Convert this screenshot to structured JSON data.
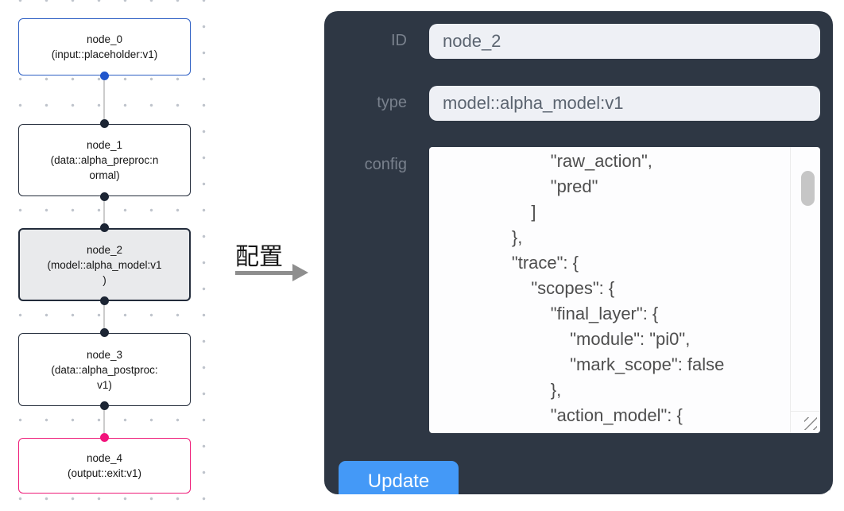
{
  "flowchart": {
    "nodes": [
      {
        "id": "node_0",
        "label": "node_0\n(input::placeholder:v1)",
        "kind": "input",
        "border_color": "#2e5fc4"
      },
      {
        "id": "node_1",
        "label": "node_1\n(data::alpha_preproc:n\normal)",
        "kind": "default",
        "border_color": "#232c3b"
      },
      {
        "id": "node_2",
        "label": "node_2\n(model::alpha_model:v1\n)",
        "kind": "selected",
        "border_color": "#232c3b"
      },
      {
        "id": "node_3",
        "label": "node_3\n(data::alpha_postproc:\nv1)",
        "kind": "default",
        "border_color": "#232c3b"
      },
      {
        "id": "node_4",
        "label": "node_4\n(output::exit:v1)",
        "kind": "output",
        "border_color": "#ee1b78"
      }
    ],
    "port_colors": {
      "input": "#2156cc",
      "default": "#1c2534",
      "output": "#f2137b"
    }
  },
  "annotation": {
    "label": "配置"
  },
  "config_panel": {
    "panel_color": "#2e3744",
    "accent_color": "#4499f7",
    "fields": [
      {
        "label": "ID",
        "value": "node_2"
      },
      {
        "label": "type",
        "value": "model::alpha_model:v1"
      }
    ],
    "config_label": "config",
    "config_text": "                \"raw_action\",\n                \"pred\"\n            ]\n        },\n        \"trace\": {\n            \"scopes\": {\n                \"final_layer\": {\n                    \"module\": \"pi0\",\n                    \"mark_scope\": false\n                },\n                \"action_model\": {",
    "update_label": "Update"
  }
}
